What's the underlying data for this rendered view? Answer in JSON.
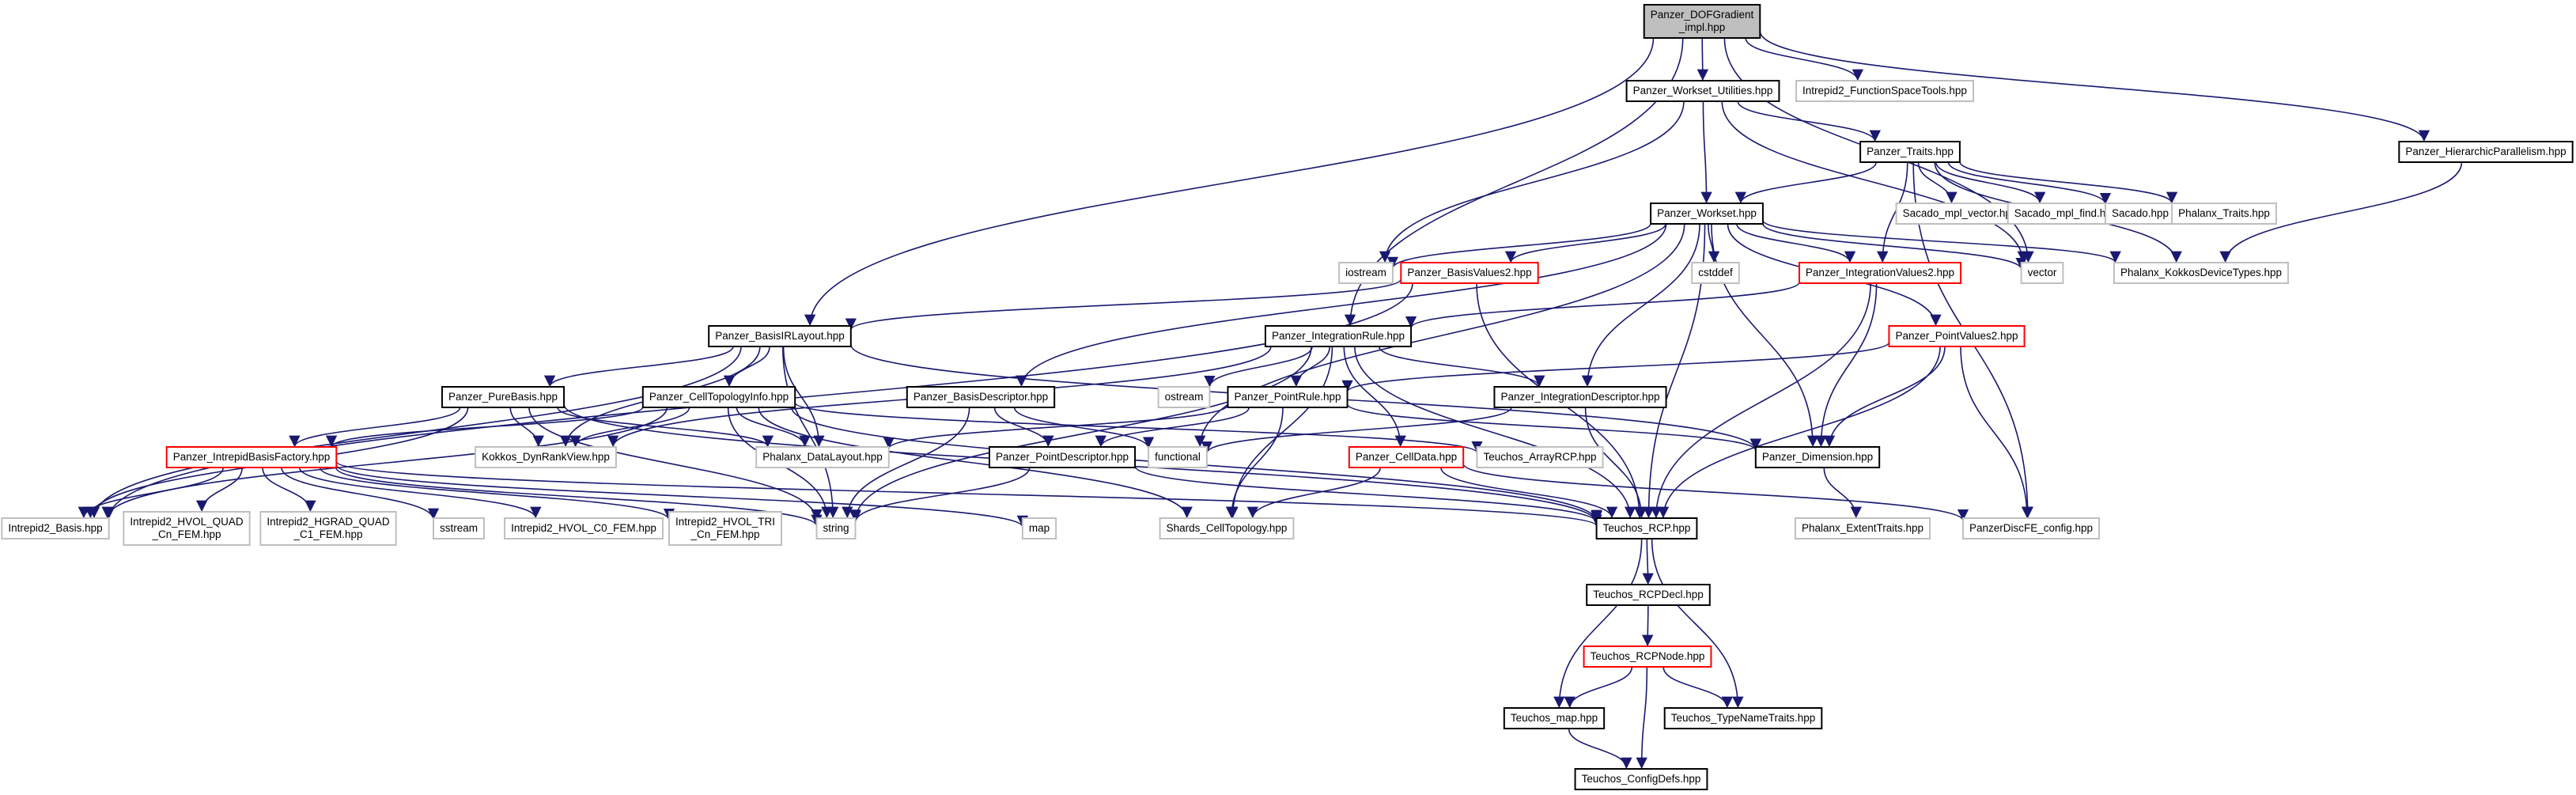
{
  "colors": {
    "edge": "#191970",
    "border_normal": "#000000",
    "border_external": "#bfbfbf",
    "border_truncated": "#ff0000",
    "root_fill": "#bfbfbf",
    "fill": "#ffffff"
  },
  "nodes": [
    {
      "id": "root",
      "lines": [
        "Panzer_DOFGradient",
        "_impl.hpp"
      ],
      "kind": "root"
    },
    {
      "id": "workset_utils",
      "lines": [
        "Panzer_Workset_Utilities.hpp"
      ],
      "kind": "normal"
    },
    {
      "id": "fst",
      "lines": [
        "Intrepid2_FunctionSpaceTools.hpp"
      ],
      "kind": "external"
    },
    {
      "id": "traits",
      "lines": [
        "Panzer_Traits.hpp"
      ],
      "kind": "normal"
    },
    {
      "id": "hier",
      "lines": [
        "Panzer_HierarchicParallelism.hpp"
      ],
      "kind": "normal"
    },
    {
      "id": "workset",
      "lines": [
        "Panzer_Workset.hpp"
      ],
      "kind": "normal"
    },
    {
      "id": "sacado_vec",
      "lines": [
        "Sacado_mpl_vector.hpp"
      ],
      "kind": "external"
    },
    {
      "id": "sacado_find",
      "lines": [
        "Sacado_mpl_find.hpp"
      ],
      "kind": "external"
    },
    {
      "id": "sacado",
      "lines": [
        "Sacado.hpp"
      ],
      "kind": "external"
    },
    {
      "id": "phx_traits",
      "lines": [
        "Phalanx_Traits.hpp"
      ],
      "kind": "external"
    },
    {
      "id": "iostream",
      "lines": [
        "iostream"
      ],
      "kind": "external"
    },
    {
      "id": "basisvalues2",
      "lines": [
        "Panzer_BasisValues2.hpp"
      ],
      "kind": "truncated"
    },
    {
      "id": "cstddef",
      "lines": [
        "cstddef"
      ],
      "kind": "external"
    },
    {
      "id": "intvalues2",
      "lines": [
        "Panzer_IntegrationValues2.hpp"
      ],
      "kind": "truncated"
    },
    {
      "id": "vector",
      "lines": [
        "vector"
      ],
      "kind": "external"
    },
    {
      "id": "phx_kokkos",
      "lines": [
        "Phalanx_KokkosDeviceTypes.hpp"
      ],
      "kind": "external"
    },
    {
      "id": "basisirlayout",
      "lines": [
        "Panzer_BasisIRLayout.hpp"
      ],
      "kind": "normal"
    },
    {
      "id": "intrule",
      "lines": [
        "Panzer_IntegrationRule.hpp"
      ],
      "kind": "normal"
    },
    {
      "id": "pointvalues2",
      "lines": [
        "Panzer_PointValues2.hpp"
      ],
      "kind": "truncated"
    },
    {
      "id": "purebasis",
      "lines": [
        "Panzer_PureBasis.hpp"
      ],
      "kind": "normal"
    },
    {
      "id": "celltopo",
      "lines": [
        "Panzer_CellTopologyInfo.hpp"
      ],
      "kind": "normal"
    },
    {
      "id": "basisdesc",
      "lines": [
        "Panzer_BasisDescriptor.hpp"
      ],
      "kind": "normal"
    },
    {
      "id": "ostream",
      "lines": [
        "ostream"
      ],
      "kind": "external"
    },
    {
      "id": "pointrule",
      "lines": [
        "Panzer_PointRule.hpp"
      ],
      "kind": "normal"
    },
    {
      "id": "intdesc",
      "lines": [
        "Panzer_IntegrationDescriptor.hpp"
      ],
      "kind": "normal"
    },
    {
      "id": "ibfactory",
      "lines": [
        "Panzer_IntrepidBasisFactory.hpp"
      ],
      "kind": "truncated"
    },
    {
      "id": "dynrank",
      "lines": [
        "Kokkos_DynRankView.hpp"
      ],
      "kind": "external"
    },
    {
      "id": "datalayout",
      "lines": [
        "Phalanx_DataLayout.hpp"
      ],
      "kind": "external"
    },
    {
      "id": "functional",
      "lines": [
        "functional"
      ],
      "kind": "external"
    },
    {
      "id": "pointdesc",
      "lines": [
        "Panzer_PointDescriptor.hpp"
      ],
      "kind": "normal"
    },
    {
      "id": "celldata",
      "lines": [
        "Panzer_CellData.hpp"
      ],
      "kind": "truncated"
    },
    {
      "id": "arrayrcp",
      "lines": [
        "Teuchos_ArrayRCP.hpp"
      ],
      "kind": "external"
    },
    {
      "id": "dimension",
      "lines": [
        "Panzer_Dimension.hpp"
      ],
      "kind": "normal"
    },
    {
      "id": "i2basis",
      "lines": [
        "Intrepid2_Basis.hpp"
      ],
      "kind": "external"
    },
    {
      "id": "hvolquad",
      "lines": [
        "Intrepid2_HVOL_QUAD",
        "_Cn_FEM.hpp"
      ],
      "kind": "external"
    },
    {
      "id": "hgradquad",
      "lines": [
        "Intrepid2_HGRAD_QUAD",
        "_C1_FEM.hpp"
      ],
      "kind": "external"
    },
    {
      "id": "sstream",
      "lines": [
        "sstream"
      ],
      "kind": "external"
    },
    {
      "id": "hvolc0",
      "lines": [
        "Intrepid2_HVOL_C0_FEM.hpp"
      ],
      "kind": "external"
    },
    {
      "id": "hvoltri",
      "lines": [
        "Intrepid2_HVOL_TRI",
        "_Cn_FEM.hpp"
      ],
      "kind": "external"
    },
    {
      "id": "string",
      "lines": [
        "string"
      ],
      "kind": "external"
    },
    {
      "id": "map",
      "lines": [
        "map"
      ],
      "kind": "external"
    },
    {
      "id": "shards",
      "lines": [
        "Shards_CellTopology.hpp"
      ],
      "kind": "external"
    },
    {
      "id": "rcp",
      "lines": [
        "Teuchos_RCP.hpp"
      ],
      "kind": "normal"
    },
    {
      "id": "extent",
      "lines": [
        "Phalanx_ExtentTraits.hpp"
      ],
      "kind": "external"
    },
    {
      "id": "discfe",
      "lines": [
        "PanzerDiscFE_config.hpp"
      ],
      "kind": "external"
    },
    {
      "id": "rcpdecl",
      "lines": [
        "Teuchos_RCPDecl.hpp"
      ],
      "kind": "normal"
    },
    {
      "id": "rcpnode",
      "lines": [
        "Teuchos_RCPNode.hpp"
      ],
      "kind": "truncated"
    },
    {
      "id": "tmap",
      "lines": [
        "Teuchos_map.hpp"
      ],
      "kind": "normal"
    },
    {
      "id": "typename",
      "lines": [
        "Teuchos_TypeNameTraits.hpp"
      ],
      "kind": "normal"
    },
    {
      "id": "configdefs",
      "lines": [
        "Teuchos_ConfigDefs.hpp"
      ],
      "kind": "normal"
    }
  ],
  "edges": [
    [
      "root",
      "workset_utils"
    ],
    [
      "root",
      "fst"
    ],
    [
      "root",
      "hier"
    ],
    [
      "root",
      "basisirlayout"
    ],
    [
      "root",
      "intrule"
    ],
    [
      "root",
      "vector"
    ],
    [
      "workset_utils",
      "traits"
    ],
    [
      "workset_utils",
      "workset"
    ],
    [
      "workset_utils",
      "iostream"
    ],
    [
      "workset_utils",
      "vector"
    ],
    [
      "traits",
      "workset"
    ],
    [
      "traits",
      "sacado_vec"
    ],
    [
      "traits",
      "sacado_find"
    ],
    [
      "traits",
      "sacado"
    ],
    [
      "traits",
      "phx_traits"
    ],
    [
      "traits",
      "phx_kokkos"
    ],
    [
      "traits",
      "discfe"
    ],
    [
      "traits",
      "intvalues2"
    ],
    [
      "hier",
      "phx_kokkos"
    ],
    [
      "workset",
      "iostream"
    ],
    [
      "workset",
      "basisvalues2"
    ],
    [
      "workset",
      "cstddef"
    ],
    [
      "workset",
      "intvalues2"
    ],
    [
      "workset",
      "vector"
    ],
    [
      "workset",
      "phx_kokkos"
    ],
    [
      "workset",
      "pointvalues2"
    ],
    [
      "workset",
      "basisdesc"
    ],
    [
      "workset",
      "intdesc"
    ],
    [
      "workset",
      "dimension"
    ],
    [
      "workset",
      "rcp"
    ],
    [
      "workset",
      "functional"
    ],
    [
      "basisvalues2",
      "basisirlayout"
    ],
    [
      "basisvalues2",
      "i2basis"
    ],
    [
      "basisvalues2",
      "rcp"
    ],
    [
      "intvalues2",
      "intrule"
    ],
    [
      "intvalues2",
      "dimension"
    ],
    [
      "intvalues2",
      "rcp"
    ],
    [
      "pointvalues2",
      "pointrule"
    ],
    [
      "pointvalues2",
      "dimension"
    ],
    [
      "pointvalues2",
      "rcp"
    ],
    [
      "pointvalues2",
      "discfe"
    ],
    [
      "basisirlayout",
      "purebasis"
    ],
    [
      "basisirlayout",
      "celltopo"
    ],
    [
      "basisirlayout",
      "dynrank"
    ],
    [
      "basisirlayout",
      "datalayout"
    ],
    [
      "basisirlayout",
      "dimension"
    ],
    [
      "basisirlayout",
      "string"
    ],
    [
      "basisirlayout",
      "i2basis"
    ],
    [
      "intrule",
      "pointrule"
    ],
    [
      "intrule",
      "intdesc"
    ],
    [
      "intrule",
      "ostream"
    ],
    [
      "intrule",
      "string"
    ],
    [
      "intrule",
      "dynrank"
    ],
    [
      "intrule",
      "rcp"
    ],
    [
      "intrule",
      "shards"
    ],
    [
      "intrule",
      "celldata"
    ],
    [
      "purebasis",
      "ibfactory"
    ],
    [
      "purebasis",
      "dynrank"
    ],
    [
      "purebasis",
      "datalayout"
    ],
    [
      "purebasis",
      "string"
    ],
    [
      "purebasis",
      "i2basis"
    ],
    [
      "purebasis",
      "rcp"
    ],
    [
      "celltopo",
      "ibfactory"
    ],
    [
      "celltopo",
      "dynrank"
    ],
    [
      "celltopo",
      "datalayout"
    ],
    [
      "celltopo",
      "arrayrcp"
    ],
    [
      "celltopo",
      "string"
    ],
    [
      "celltopo",
      "rcp"
    ],
    [
      "celltopo",
      "shards"
    ],
    [
      "celltopo",
      "i2basis"
    ],
    [
      "basisdesc",
      "pointdesc"
    ],
    [
      "basisdesc",
      "functional"
    ],
    [
      "basisdesc",
      "string"
    ],
    [
      "pointrule",
      "pointdesc"
    ],
    [
      "pointrule",
      "datalayout"
    ],
    [
      "pointrule",
      "dimension"
    ],
    [
      "pointrule",
      "shards"
    ],
    [
      "intdesc",
      "functional"
    ],
    [
      "intdesc",
      "rcp"
    ],
    [
      "pointdesc",
      "string"
    ],
    [
      "pointdesc",
      "rcp"
    ],
    [
      "celldata",
      "shards"
    ],
    [
      "celldata",
      "rcp"
    ],
    [
      "celldata",
      "discfe"
    ],
    [
      "dimension",
      "extent"
    ],
    [
      "ibfactory",
      "i2basis"
    ],
    [
      "ibfactory",
      "hvolquad"
    ],
    [
      "ibfactory",
      "hgradquad"
    ],
    [
      "ibfactory",
      "sstream"
    ],
    [
      "ibfactory",
      "hvolc0"
    ],
    [
      "ibfactory",
      "hvoltri"
    ],
    [
      "ibfactory",
      "string"
    ],
    [
      "ibfactory",
      "map"
    ],
    [
      "ibfactory",
      "rcp"
    ],
    [
      "rcp",
      "rcpdecl"
    ],
    [
      "rcp",
      "tmap"
    ],
    [
      "rcp",
      "typename"
    ],
    [
      "rcpdecl",
      "rcpnode"
    ],
    [
      "rcpnode",
      "tmap"
    ],
    [
      "rcpnode",
      "typename"
    ],
    [
      "rcpnode",
      "configdefs"
    ],
    [
      "tmap",
      "configdefs"
    ]
  ]
}
